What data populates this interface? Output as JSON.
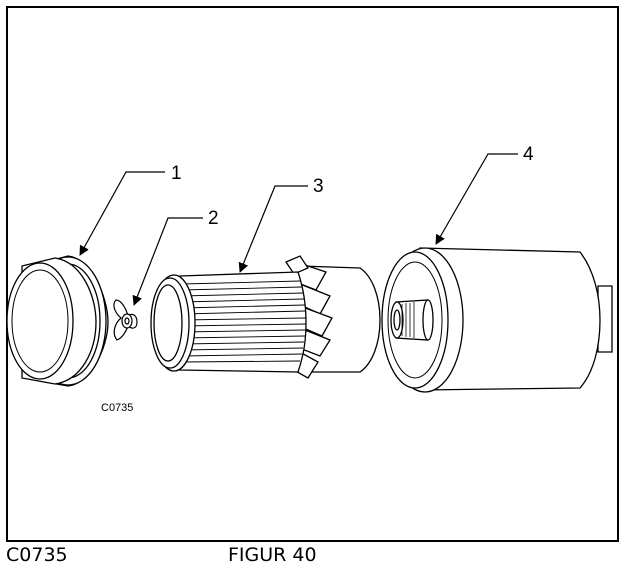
{
  "diagram": {
    "callouts": [
      "1",
      "2",
      "3",
      "4"
    ],
    "image_code": "C0735"
  },
  "caption": {
    "code": "C0735",
    "figure": "FIGUR 40"
  }
}
